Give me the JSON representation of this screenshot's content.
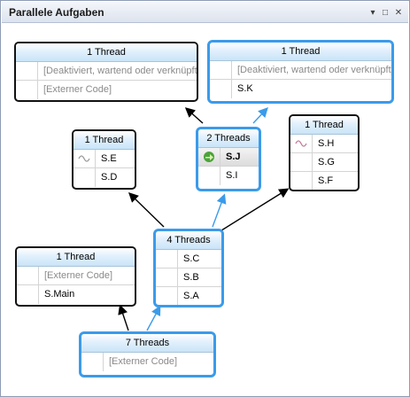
{
  "window": {
    "title": "Parallele Aufgaben"
  },
  "titlebar_buttons": {
    "dropdown": "▾",
    "maximize": "□",
    "close": "✕"
  },
  "colors": {
    "active_border": "#3b9bea",
    "border": "#111111",
    "arrow_blue": "#3b9bea",
    "arrow_black": "#000000"
  },
  "nodes": {
    "top_left": {
      "header": "1 Thread",
      "rows": [
        "[Deaktiviert, wartend oder verknüpft]",
        "[Externer Code]"
      ]
    },
    "top_right": {
      "header": "1 Thread",
      "rows": [
        "[Deaktiviert, wartend oder verknüpft]",
        "S.K"
      ]
    },
    "mid_left": {
      "header": "1 Thread",
      "rows": [
        "S.E",
        "S.D"
      ]
    },
    "mid_center": {
      "header": "2 Threads",
      "rows": [
        "S.J",
        "S.I"
      ]
    },
    "mid_right": {
      "header": "1 Thread",
      "rows": [
        "S.H",
        "S.G",
        "S.F"
      ]
    },
    "center": {
      "header": "4 Threads",
      "rows": [
        "S.C",
        "S.B",
        "S.A"
      ]
    },
    "bottom_left": {
      "header": "1 Thread",
      "rows": [
        "[Externer Code]",
        "S.Main"
      ]
    },
    "bottom": {
      "header": "7 Threads",
      "rows": [
        "[Externer Code]"
      ]
    }
  },
  "icons": {
    "thread_wave": "thread-wave-icon",
    "current_thread": "current-thread-arrow-icon"
  }
}
